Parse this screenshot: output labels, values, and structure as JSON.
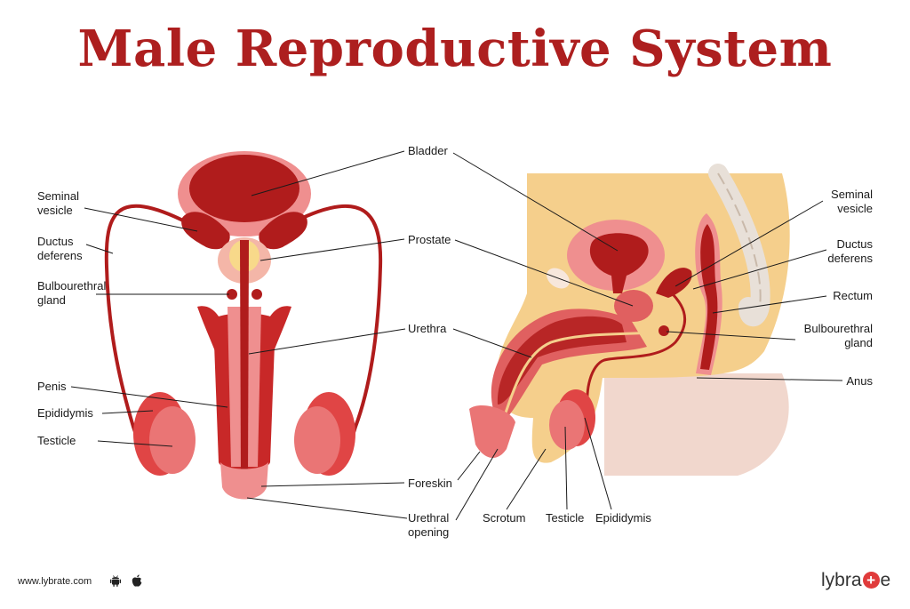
{
  "title": "Male Reproductive System",
  "labels": {
    "seminal_vesicle": "Seminal vesicle",
    "ductus_deferens": "Ductus deferens",
    "bulbourethral_gland": "Bulbourethral gland",
    "penis": "Penis",
    "epididymis": "Epididymis",
    "testicle": "Testicle",
    "bladder": "Bladder",
    "prostate": "Prostate",
    "urethra": "Urethra",
    "foreskin": "Foreskin",
    "urethral_opening": "Urethral opening",
    "rectum": "Rectum",
    "anus": "Anus",
    "scrotum": "Scrotum"
  },
  "footer": {
    "url": "www.lybrate.com",
    "brand_pre": "lybra",
    "brand_mid": "+",
    "brand_post": "e"
  },
  "icons": {
    "android": "android-icon",
    "apple": "apple-icon"
  },
  "colors": {
    "title": "#ad1f1f",
    "organ_dark": "#b01c1c",
    "organ_mid": "#d94040",
    "organ_light": "#ef8f8f",
    "skin": "#f5cf8c",
    "skin_back": "#f1d7cd"
  }
}
